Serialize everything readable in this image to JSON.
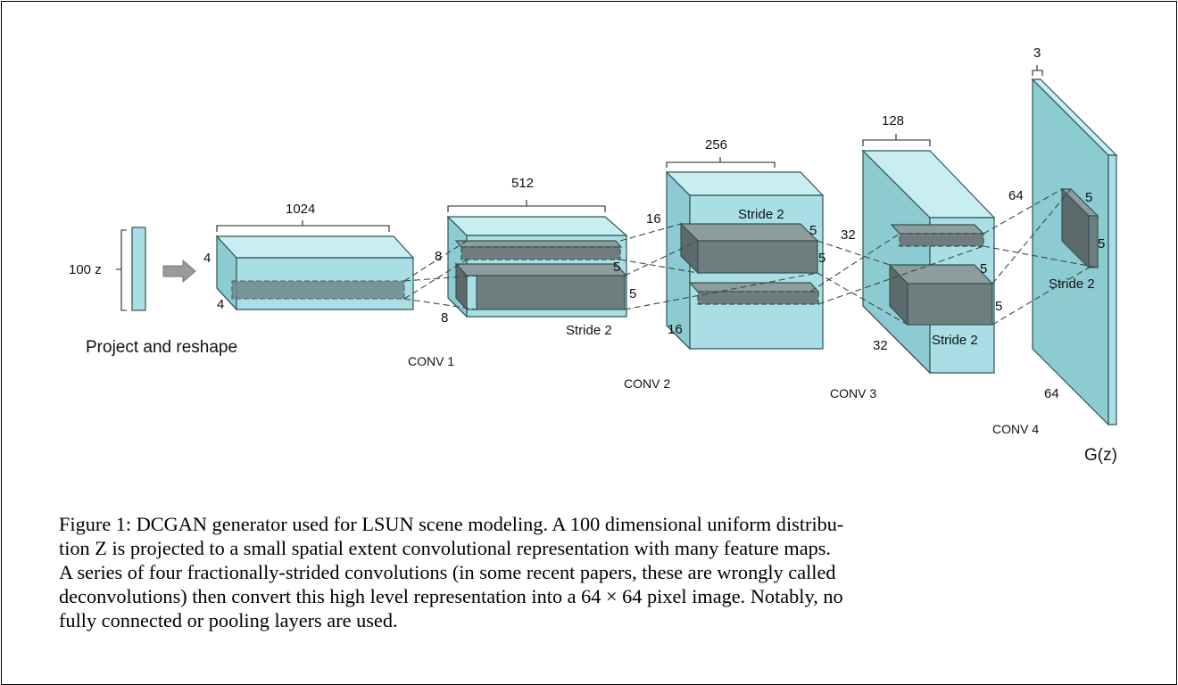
{
  "diagram": {
    "z_label": "100 z",
    "project_label": "Project and reshape",
    "output_label": "G(z)",
    "layers": [
      {
        "name": "CONV 1",
        "depth": "1024"
      },
      {
        "name": "CONV 2",
        "depth": "512"
      },
      {
        "name": "CONV 3",
        "depth": "256"
      },
      {
        "name": "CONV 4",
        "depth": "128"
      }
    ],
    "output_depth": "3",
    "stride_label": "Stride 2",
    "dims": {
      "b1_h": "4",
      "b1_w": "4",
      "b2_h": "8",
      "b2_w": "8",
      "b3_h": "16",
      "b3_w": "16",
      "b4_h": "32",
      "b4_w": "32",
      "out_h": "64",
      "out_w": "64",
      "kernel": "5"
    }
  },
  "caption": {
    "line1": "Figure 1: DCGAN generator used for LSUN scene modeling. A 100 dimensional uniform distribu-",
    "line2": "tion Z is projected to a small spatial extent convolutional representation with many feature maps.",
    "line3": "A series of four fractionally-strided convolutions (in some recent papers, these are wrongly called",
    "line4": "deconvolutions) then convert this high level representation into a 64 × 64 pixel image. Notably, no",
    "line5": "fully connected or pooling layers are used."
  }
}
